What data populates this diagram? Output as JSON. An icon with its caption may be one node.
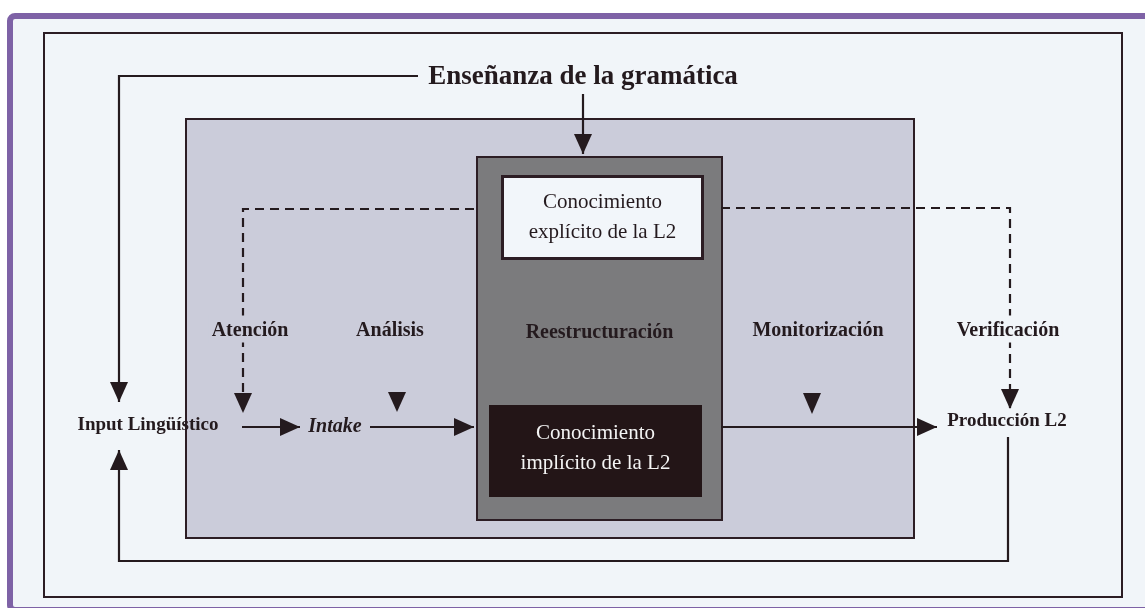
{
  "diagram": {
    "nodes": [
      {
        "text": [
          "Enseñanza de la gramática"
        ]
      },
      {
        "text": [],
        "shape": "box"
      },
      {
        "text": [
          "Reestructuración"
        ],
        "in": 1
      },
      {
        "text": [
          "Conocimiento explícito de la L2"
        ],
        "in": 2
      },
      {
        "text": [
          "Conocimiento implícito de la L2"
        ],
        "in": 2
      },
      {
        "text": [
          "Input Lingüístico"
        ]
      },
      {
        "text": [
          "Intake"
        ],
        "in": 1
      },
      {
        "text": [
          "Producción L2"
        ]
      }
    ],
    "edges": [
      {
        "from": 0,
        "to": 5,
        "arrow": "to"
      },
      {
        "from": 0,
        "to": 2,
        "arrow": "to"
      },
      {
        "from": 5,
        "to": 6,
        "arrow": "to"
      },
      {
        "from": 6,
        "to": 2,
        "arrow": "to"
      },
      {
        "from": 2,
        "to": 7,
        "arrow": "to"
      },
      {
        "from": 7,
        "to": 5,
        "arrow": "to"
      },
      {
        "from": 2,
        "to": 5,
        "arrow": "to",
        "style": "dashed",
        "label": "Atención"
      },
      {
        "from": 2,
        "to": 7,
        "arrow": "to",
        "style": "dashed",
        "label": "Verificación"
      }
    ],
    "labels": [
      "Análisis",
      "Monitorización"
    ]
  }
}
